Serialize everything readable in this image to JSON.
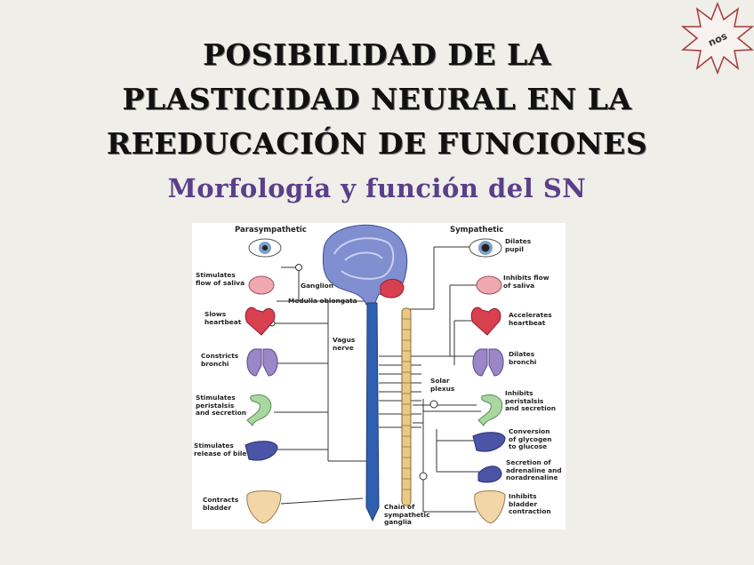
{
  "slide": {
    "title_line1": "POSIBILIDAD DE LA",
    "title_line2": "PLASTICIDAD NEURAL EN LA",
    "title_line3": "REEDUCACIÓN DE FUNCIONES",
    "subtitle": "Morfología y función del SN",
    "badge": "nos"
  },
  "colors": {
    "title": "#111111",
    "subtitle": "#5b3f8a",
    "background": "#efeee9",
    "spinal_cord": "#2f5fb0",
    "sympathetic_chain": "#e9c98a",
    "badge_border": "#a33a3a"
  },
  "diagram": {
    "parasympathetic_header": "Parasympathetic",
    "sympathetic_header": "Sympathetic",
    "left_labels": {
      "saliva": "Stimulates\nflow of saliva",
      "heart": "Slows\nheartbeat",
      "bronchi": "Constricts\nbronchi",
      "peristalsis": "Stimulates\nperistalsis\nand secretion",
      "bile": "Stimulates\nrelease of bile",
      "bladder": "Contracts\nbladder"
    },
    "center_labels": {
      "ganglion": "Ganglion",
      "medulla": "Medulla oblongata",
      "vagus": "Vagus\nnerve",
      "solar": "Solar\nplexus",
      "chain": "Chain of\nsympathetic\nganglia"
    },
    "right_labels": {
      "pupil": "Dilates\npupil",
      "saliva": "Inhibits flow\nof saliva",
      "heart": "Accelerates\nheartbeat",
      "bronchi": "Dilates\nbronchi",
      "peristalsis": "Inhibits\nperistalsis\nand secretion",
      "glycogen": "Conversion\nof glycogen\nto glucose",
      "adrenaline": "Secretion of\nadrenaline and\nnoradrenaline",
      "bladder": "Inhibits\nbladder\ncontraction"
    }
  }
}
